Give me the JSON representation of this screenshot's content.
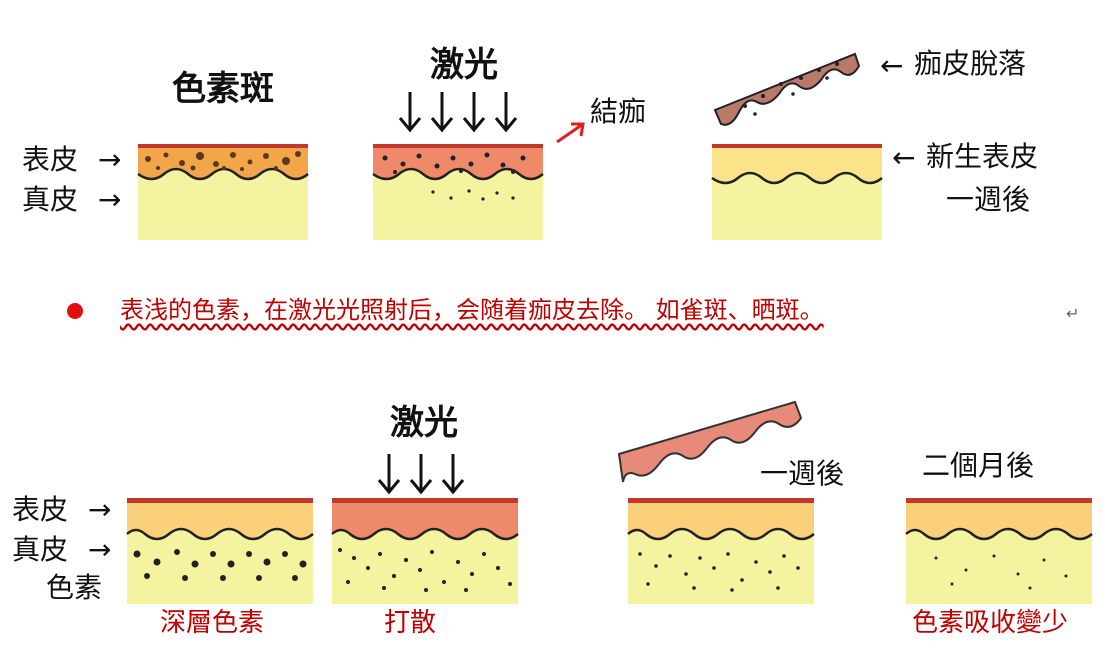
{
  "top": {
    "col1_title": "色素斑",
    "col2_title": "激光",
    "col2_callout": "結痂",
    "col3_peel_label": "痂皮脫落",
    "col3_new_skin_label": "新生表皮",
    "col3_time_label": "一週後",
    "layer_labels": {
      "epidermis": "表皮",
      "dermis": "真皮"
    }
  },
  "note": {
    "text": "表浅的色素，在激光光照射后，会随着痂皮去除。 如雀斑、晒斑。",
    "return_symbol": "↵"
  },
  "bottom": {
    "laser_title": "激光",
    "layer_labels": {
      "epidermis": "表皮",
      "dermis": "真皮",
      "pigment": "色素"
    },
    "week_label": "一週後",
    "two_months_label": "二個月後",
    "captions": [
      "深層色素",
      "打散",
      "",
      "色素吸收變少"
    ]
  },
  "colors": {
    "epidermis_top": "#c0392b",
    "epidermis_orange": "#f5a54a",
    "epidermis_yellow": "#fbe38a",
    "dermis": "#f3f3a0",
    "scab": "#b97a6a",
    "scab_pink": "#e88a7a",
    "pigment": "#222222",
    "caption_red": "#c00000"
  },
  "icons": [
    "down-arrow-icon",
    "right-arrow-icon",
    "left-arrow-icon",
    "diagonal-arrow-icon",
    "bullet-icon"
  ]
}
